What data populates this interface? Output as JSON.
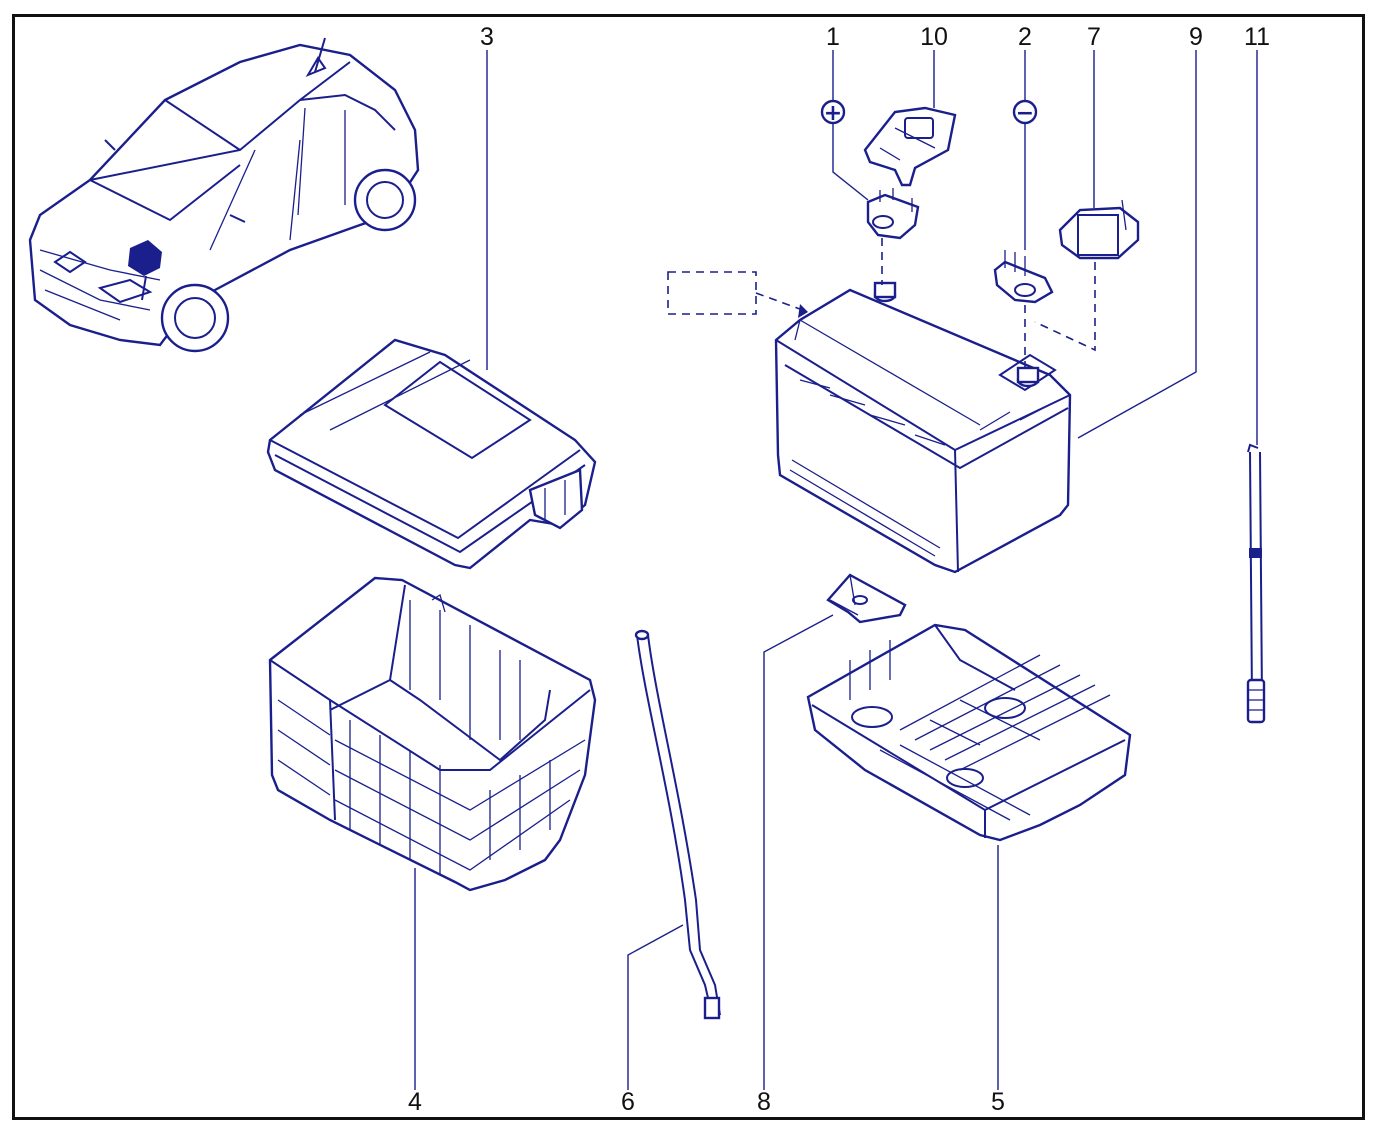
{
  "diagram": {
    "callouts": [
      {
        "id": "1",
        "label": "1"
      },
      {
        "id": "10",
        "label": "10"
      },
      {
        "id": "2",
        "label": "2"
      },
      {
        "id": "7",
        "label": "7"
      },
      {
        "id": "9",
        "label": "9"
      },
      {
        "id": "11",
        "label": "11"
      },
      {
        "id": "3",
        "label": "3"
      },
      {
        "id": "4",
        "label": "4"
      },
      {
        "id": "6",
        "label": "6"
      },
      {
        "id": "8",
        "label": "8"
      },
      {
        "id": "5",
        "label": "5"
      }
    ],
    "symbols": {
      "positive": "+",
      "negative": "−"
    },
    "colors": {
      "line": "#1a1f8c",
      "frame": "#111111",
      "background": "#ffffff"
    }
  }
}
